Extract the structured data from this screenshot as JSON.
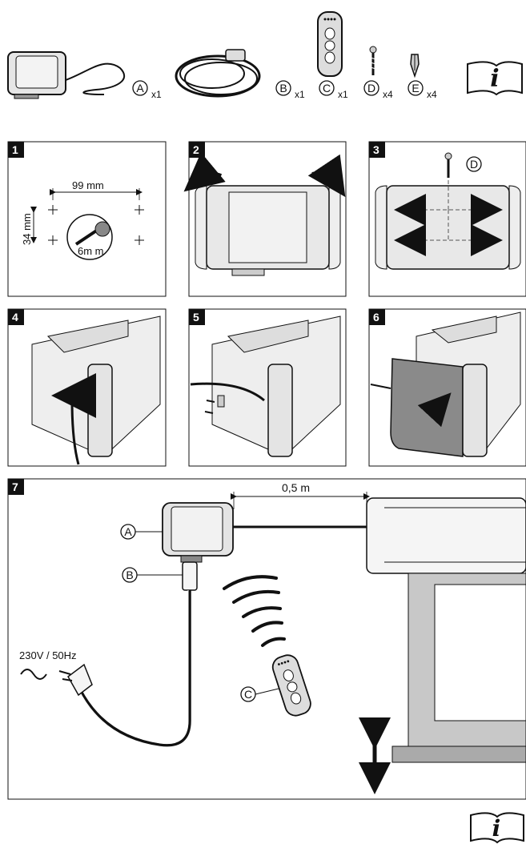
{
  "parts": [
    {
      "letter": "A",
      "qty": "x1"
    },
    {
      "letter": "B",
      "qty": "x1"
    },
    {
      "letter": "C",
      "qty": "x1"
    },
    {
      "letter": "D",
      "qty": "x4"
    },
    {
      "letter": "E",
      "qty": "x4"
    }
  ],
  "steps": [
    {
      "num": "1",
      "dim_w": "99 mm",
      "dim_h": "34 mm",
      "drill": "6m m"
    },
    {
      "num": "2"
    },
    {
      "num": "3",
      "screw_label": "D"
    },
    {
      "num": "4"
    },
    {
      "num": "5"
    },
    {
      "num": "6"
    },
    {
      "num": "7",
      "distance": "0,5  m",
      "power": "230V / 50Hz",
      "label_a": "A",
      "label_b": "B",
      "label_c": "C"
    }
  ],
  "info_icon": "info-manual-icon"
}
